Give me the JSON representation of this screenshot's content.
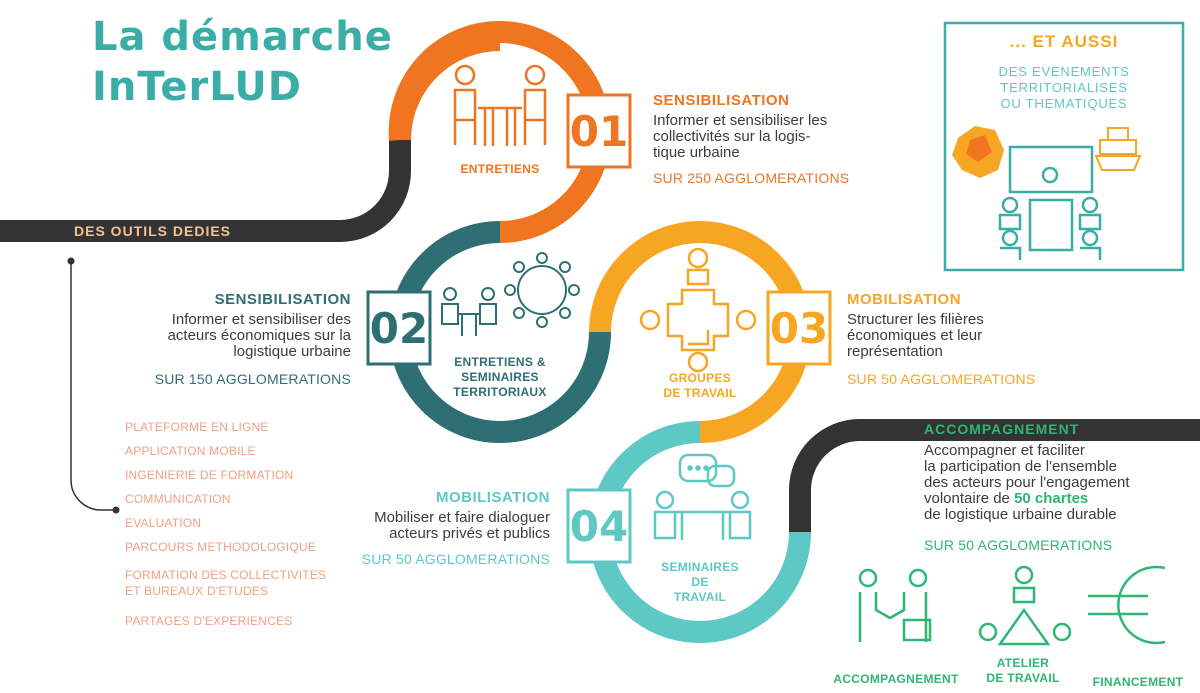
{
  "title": {
    "line1": "La démarche",
    "line2": "InTerLUD"
  },
  "colors": {
    "orange": "#ef7521",
    "teal_dark": "#2e6f73",
    "yellow": "#f6a623",
    "teal_light": "#5ec8c4",
    "green": "#2fb673",
    "dark": "#333333",
    "tools": "#f3a07f",
    "title": "#3aaea6"
  },
  "outils": {
    "label": "DES OUTILS DEDIES",
    "items": [
      "PLATEFORME EN LIGNE",
      "APPLICATION MOBILE",
      "INGENIERIE DE FORMATION",
      "COMMUNICATION",
      "EVALUATION",
      "PARCOURS METHODOLOGIQUE",
      "FORMATION DES COLLECTIVITES",
      "ET BUREAUX D'ETUDES",
      "PARTAGES D'EXPERIENCES"
    ]
  },
  "steps": [
    {
      "number": "01",
      "icon_label": "ENTRETIENS",
      "heading": "SENSIBILISATION",
      "desc": [
        "Informer et sensibiliser les",
        "collectivités sur la logis-",
        "tique urbaine"
      ],
      "reach": "SUR 250 AGGLOMERATIONS"
    },
    {
      "number": "02",
      "icon_label": [
        "ENTRETIENS &",
        "SEMINAIRES",
        "TERRITORIAUX"
      ],
      "heading": "SENSIBILISATION",
      "desc": [
        "Informer et sensibiliser des",
        "acteurs économiques sur la",
        "logistique urbaine"
      ],
      "reach": "SUR 150 AGGLOMERATIONS"
    },
    {
      "number": "03",
      "icon_label": [
        "GROUPES",
        "DE TRAVAIL"
      ],
      "heading": "MOBILISATION",
      "desc": [
        "Structurer les filières",
        "économiques et leur",
        "représentation"
      ],
      "reach": "SUR 50 AGGLOMERATIONS"
    },
    {
      "number": "04",
      "icon_label": [
        "SEMINAIRES",
        "DE",
        "TRAVAIL"
      ],
      "heading": "MOBILISATION",
      "desc": [
        "Mobiliser et faire dialoguer",
        "acteurs privés et publics"
      ],
      "reach": "SUR 50 AGGLOMERATIONS"
    }
  ],
  "accompagnement": {
    "label": "ACCOMPAGNEMENT",
    "desc": [
      "Accompagner et faciliter",
      "la participation de l'ensemble",
      "des acteurs pour l'engagement"
    ],
    "desc4_pre": "volontaire de ",
    "desc4_em": "50 chartes",
    "desc5": "de logistique urbaine durable",
    "reach": "SUR 50 AGGLOMERATIONS",
    "icons": [
      {
        "name": "handshake-icon",
        "label": [
          "ACCOMPAGNEMENT"
        ]
      },
      {
        "name": "workshop-icon",
        "label": [
          "ATELIER",
          "DE TRAVAIL"
        ]
      },
      {
        "name": "euro-icon",
        "label": [
          "FINANCEMENT"
        ]
      }
    ]
  },
  "aussi": {
    "heading": "... ET AUSSI",
    "desc": [
      "DES EVENEMENTS",
      "TERRITORIALISES",
      "OU THEMATIQUES"
    ]
  }
}
